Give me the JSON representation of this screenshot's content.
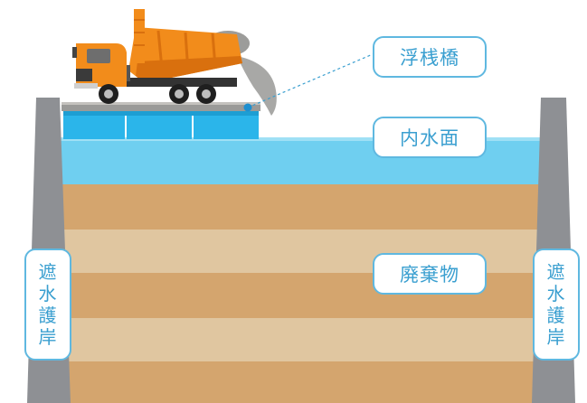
{
  "labels": {
    "floating_bridge": "浮桟橋",
    "inner_water_surface": "内水面",
    "waste": "廃棄物",
    "seawall_left": [
      "遮",
      "水",
      "護",
      "岸"
    ],
    "seawall_right": [
      "遮",
      "水",
      "護",
      "岸"
    ]
  },
  "colors": {
    "water": "#6fcff0",
    "water_light": "#9fe0f5",
    "soil_dark": "#d4a56e",
    "soil_light": "#e0c6a0",
    "seawall": "#8e9094",
    "pontoon": "#2bb5ea",
    "truck_body": "#f28c1b",
    "label_border": "#5fb8e0",
    "label_text": "#3a9fd0",
    "callout_line": "#3a9fd0"
  }
}
